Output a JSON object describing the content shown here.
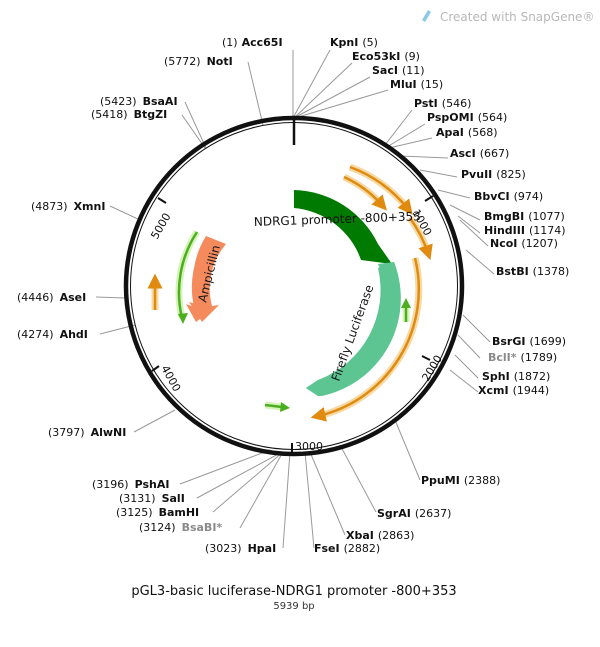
{
  "watermark": "Created with SnapGene®",
  "title": "pGL3-basic luciferase-NDRG1 promoter -800+353",
  "length": "5939 bp",
  "ticks": [
    {
      "bp": 1000,
      "label": "1000"
    },
    {
      "bp": 2000,
      "label": "2000"
    },
    {
      "bp": 3000,
      "label": "3000"
    },
    {
      "bp": 4000,
      "label": "4000"
    },
    {
      "bp": 5000,
      "label": "5000"
    }
  ],
  "sites": [
    {
      "id": "acc65i",
      "name": "Acc65I",
      "pos": "(1)",
      "dim": false
    },
    {
      "id": "kpni",
      "name": "KpnI",
      "pos": "(5)",
      "dim": false
    },
    {
      "id": "eco53ki",
      "name": "Eco53kI",
      "pos": "(9)",
      "dim": false
    },
    {
      "id": "saci",
      "name": "SacI",
      "pos": "(11)",
      "dim": false
    },
    {
      "id": "mlui",
      "name": "MluI",
      "pos": "(15)",
      "dim": false
    },
    {
      "id": "psti",
      "name": "PstI",
      "pos": "(546)",
      "dim": false
    },
    {
      "id": "pspomi",
      "name": "PspOMI",
      "pos": "(564)",
      "dim": false
    },
    {
      "id": "apai",
      "name": "ApaI",
      "pos": "(568)",
      "dim": false
    },
    {
      "id": "asci",
      "name": "AscI",
      "pos": "(667)",
      "dim": false
    },
    {
      "id": "pvuii",
      "name": "PvuII",
      "pos": "(825)",
      "dim": false
    },
    {
      "id": "bbvci",
      "name": "BbvCI",
      "pos": "(974)",
      "dim": false
    },
    {
      "id": "bmgbi",
      "name": "BmgBI",
      "pos": "(1077)",
      "dim": false
    },
    {
      "id": "hindiii",
      "name": "HindIII",
      "pos": "(1174)",
      "dim": false
    },
    {
      "id": "ncoi",
      "name": "NcoI",
      "pos": "(1207)",
      "dim": false
    },
    {
      "id": "bstbi",
      "name": "BstBI",
      "pos": "(1378)",
      "dim": false
    },
    {
      "id": "bsrgi",
      "name": "BsrGI",
      "pos": "(1699)",
      "dim": false
    },
    {
      "id": "bcli",
      "name": "BclI*",
      "pos": "(1789)",
      "dim": true
    },
    {
      "id": "sphi",
      "name": "SphI",
      "pos": "(1872)",
      "dim": false
    },
    {
      "id": "xcmi",
      "name": "XcmI",
      "pos": "(1944)",
      "dim": false
    },
    {
      "id": "ppumi",
      "name": "PpuMI",
      "pos": "(2388)",
      "dim": false
    },
    {
      "id": "sgrai",
      "name": "SgrAI",
      "pos": "(2637)",
      "dim": false
    },
    {
      "id": "xbai",
      "name": "XbaI",
      "pos": "(2863)",
      "dim": false
    },
    {
      "id": "fsei",
      "name": "FseI",
      "pos": "(2882)",
      "dim": false
    },
    {
      "id": "hpai",
      "name": "HpaI",
      "pos": "(3023)",
      "dim": false
    },
    {
      "id": "bsabi",
      "name": "BsaBI*",
      "pos": "(3124)",
      "dim": true
    },
    {
      "id": "bamhi",
      "name": "BamHI",
      "pos": "(3125)",
      "dim": false
    },
    {
      "id": "sali",
      "name": "SalI",
      "pos": "(3131)",
      "dim": false
    },
    {
      "id": "pshai",
      "name": "PshAI",
      "pos": "(3196)",
      "dim": false
    },
    {
      "id": "alwni",
      "name": "AlwNI",
      "pos": "(3797)",
      "dim": false
    },
    {
      "id": "ahdi",
      "name": "AhdI",
      "pos": "(4274)",
      "dim": false
    },
    {
      "id": "asei",
      "name": "AseI",
      "pos": "(4446)",
      "dim": false
    },
    {
      "id": "xmni",
      "name": "XmnI",
      "pos": "(4873)",
      "dim": false
    },
    {
      "id": "btgzi",
      "name": "BtgZI",
      "pos": "(5418)",
      "dim": false
    },
    {
      "id": "bsaai",
      "name": "BsaAI",
      "pos": "(5423)",
      "dim": false
    },
    {
      "id": "noti",
      "name": "NotI",
      "pos": "(5772)",
      "dim": false
    }
  ],
  "features": [
    {
      "id": "ndrg1",
      "label": "NDRG1 promoter -800+353",
      "color": "#007a00"
    },
    {
      "id": "luc",
      "label": "Firefly Luciferase",
      "color": "#5cc592"
    },
    {
      "id": "amp",
      "label": "Ampicillin",
      "color": "#f58a5c"
    }
  ],
  "colors": {
    "backbone": "#111111",
    "orf_fill": "#f5a623",
    "orf_glow": "#f7d9a3",
    "green_arrow": "#4caf20",
    "green_glow": "#d6f3b8",
    "watermark_icon": "#8ec9e8"
  }
}
